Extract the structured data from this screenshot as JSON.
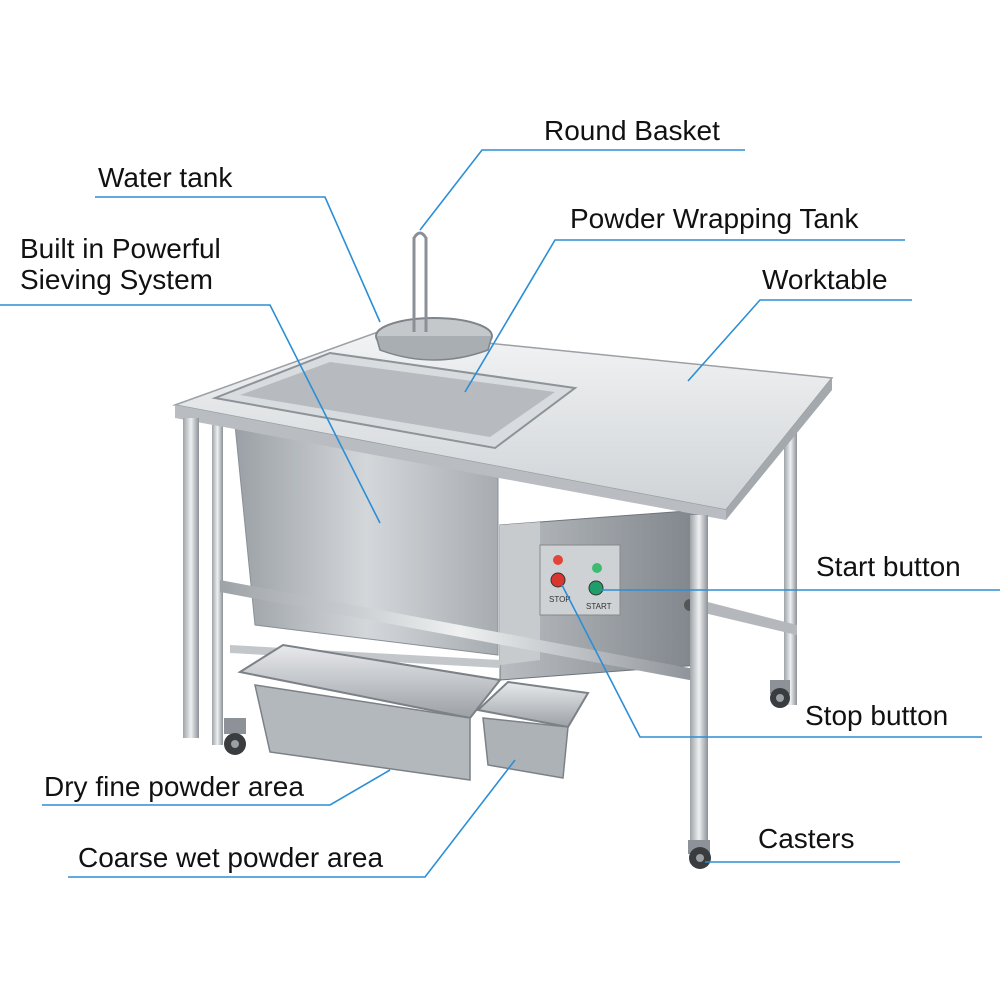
{
  "colors": {
    "leader": "#2b8ed6",
    "steel_light": "#e6e8ea",
    "steel_mid": "#c2c6ca",
    "steel_dark": "#8f959b",
    "start_button": "#1f9e6a",
    "stop_button": "#d8362e"
  },
  "labels": {
    "round_basket": "Round Basket",
    "water_tank": "Water tank",
    "powder_wrapping_tank": "Powder Wrapping Tank",
    "sieving_system": "Built in Powerful\nSieving System",
    "worktable": "Worktable",
    "start_button": "Start button",
    "stop_button": "Stop button",
    "dry_fine_powder_area": "Dry fine powder area",
    "coarse_wet_powder_area": "Coarse wet powder area",
    "casters": "Casters"
  },
  "panel": {
    "stop_text": "STOP",
    "start_text": "START"
  }
}
